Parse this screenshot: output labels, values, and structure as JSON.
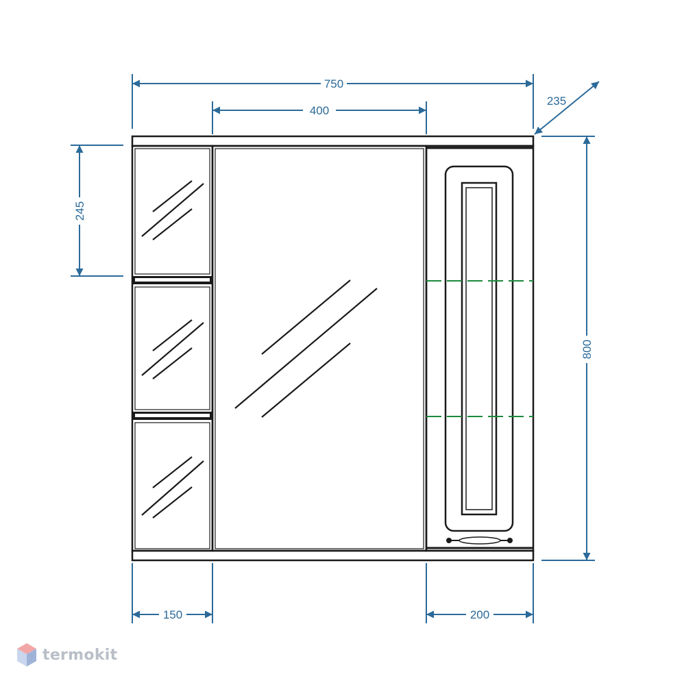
{
  "colors": {
    "dimension": "#2b6a99",
    "outline": "#1a1a1a",
    "shelf_marker": "#1b8a3c",
    "brand_text": "#b9bfc8",
    "brand_logo_top": "#f3a6a6",
    "brand_logo_left": "#c9d6ee",
    "brand_logo_right": "#9fb3d8"
  },
  "dimensions": {
    "overall_width": "750",
    "mirror_width": "400",
    "depth": "235",
    "shelf_spacing": "245",
    "overall_height": "800",
    "left_section_width": "150",
    "cabinet_width": "200"
  },
  "brand": {
    "name": "termokit",
    "logo_icon": "cube-logo-icon"
  }
}
